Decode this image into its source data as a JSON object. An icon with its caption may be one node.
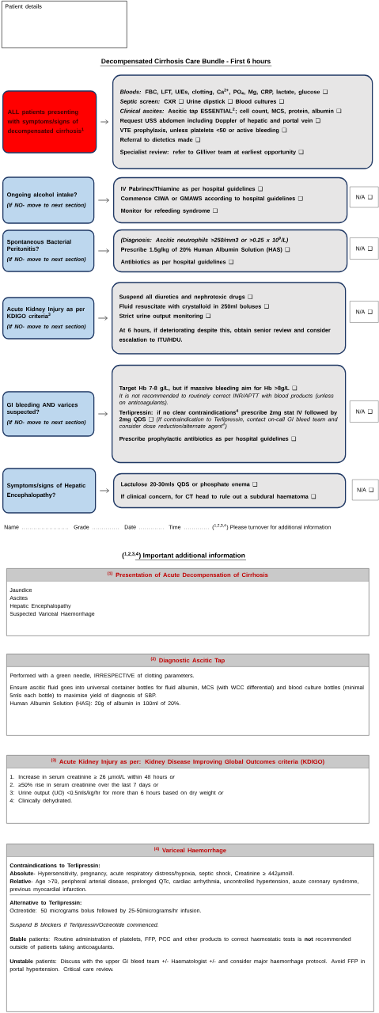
{
  "diagram": {
    "title": "Decompensated Cirrhosis Care Bundle - First 6 hours",
    "nodes": [
      {
        "text": [
          "Patient details"
        ]
      },
      {
        "text": [
          "ALL patients presenting with symptoms/signs of decompensated cirrhosis$^{1}$"
        ]
      },
      {
        "text": [
          "*Bloods:* FBC, LFT, U/Es, clotting, Ca$^{2+}$, PO$_{4}$, Mg, CRP, lactate, glucose ❑",
          "*Septic screen:* CXR ❑ Urine dipstick ❑ Blood cultures ❑",
          "*Clinical ascites:* Ascitic tap ESSENTIAL$^{2}$; cell count, MCS, protein, albumin ❑",
          "Request USS abdomen including Doppler of hepatic and portal vein ❑",
          "VTE prophylaxis, unless platelets <50 or active bleeding ❑",
          "Referral to dietetics made ❑",
          "Specialist review: refer to GI/liver team at earliest opportunity ❑"
        ]
      },
      {
        "text": [
          "Ongoing alcohol intake?",
          "(If NO- move to next section)"
        ]
      },
      {
        "text": [
          "IV Pabrinex/Thiamine as per hospital guidelines ❑",
          "Commence CIWA or GMAWS according to hospital guidelines ❑",
          "Monitor for refeeding syndrome ❑"
        ]
      },
      {
        "text": [
          "N/A ❑"
        ]
      },
      {
        "text": [
          "Spontaneous Bacterial Peritonitis?",
          "(If NO- move to next section)"
        ]
      },
      {
        "text": [
          "(Diagnosis: Ascitic neutrophils >250/mm3 or >0.25 x 10$^{9}$/L)",
          "Prescribe 1.5g/kg of 20% Human Albumin Solution (HAS) ❑",
          "Antibiotics as per hospital guidelines ❑"
        ]
      },
      {
        "text": [
          "N/A ❑"
        ]
      },
      {
        "text": [
          "Acute Kidney Injury as per KDIGO criteria$^{3}$",
          "(If NO- move to next section)"
        ]
      },
      {
        "text": [
          "Suspend all diuretics and nephrotoxic drugs ❑",
          "Fluid resuscitate with crystalloid in 250ml boluses ❑",
          "Strict urine output monitoring ❑",
          "At 6 hours, if deteriorating despite this, obtain senior review and consider escalation to ITU/HDU."
        ]
      },
      {
        "text": [
          "N/A ❑"
        ]
      },
      {
        "text": [
          "GI bleeding AND varices suspected?",
          "(If NO- move to next section)"
        ]
      },
      {
        "text": [
          "Target Hb 7-8 g/L, but if massive bleeding aim for Hb >8g/L ❑",
          "It is not recommended to routinely correct INR/APTT with blood products (unless on anticoagulants).",
          "**Terlipressin: if no clear contraindications$^{4}$ prescribe 2mg stat IV followed by 2mg QDS ❑** *(If contraindication to Terlipressin, contact on-call GI bleed team and consider dose reduction/alternate agent$^{4}$)*",
          "Prescribe prophylactic antibiotics as per hospital guidelines ❑"
        ]
      },
      {
        "text": [
          "N/A ❑"
        ]
      },
      {
        "text": [
          "Symptoms/signs of Hepatic Encephalopathy?"
        ]
      },
      {
        "text": [
          "Lactulose 20-30mls QDS or phosphate enema ❑",
          "If clinical concern, for CT head to rule out a subdural haematoma ❑"
        ]
      },
      {
        "text": [
          "N/A ❑"
        ]
      },
      {
        "text": [
          "$^{(1)}$ Presentation of Acute Decompensation of Cirrhosis",
          "Jaundice",
          "Ascites",
          "Hepatic Encephalopathy",
          "Suspected Variceal Haemorrhage"
        ]
      },
      {
        "text": [
          "$^{(2)}$ Diagnostic Ascitic Tap",
          "Performed with a green needle, IRRESPECTIVE of clotting parameters.",
          "Ensure ascitic fluid goes into universal container bottles for fluid albumin, MCS (with WCC differential) and blood culture bottles (minimal 5mls each bottle) to maximise yield of diagnosis of SBP.",
          "Human Albumin Solution (HAS): 20g of albumin in 100ml of 20%."
        ]
      },
      {
        "text": [
          "$^{(3)}$ Acute Kidney Injury as per: Kidney Disease Improving Global Outcomes criteria (KDIGO)",
          "1. Increase in serum creatinine ≥ 26 µmol/L within 48 hours *or*",
          "2. ≥50% rise in serum creatinine over the last 7 days *or*",
          "3: Urine output (UO) <0.5mls/kg/hr for more than 6 hours based on dry weight *or*",
          "4: Clinically dehydrated."
        ]
      },
      {
        "text": [
          "$^{(4)}$ Variceal Haemorrhage",
          "Contraindications to Terlipressin:",
          "**Absolute**- Hypersensitivity, pregnancy, acute respiratory distress/hypoxia, septic shock, Creatinine ≥ 442µmol/l.",
          "**Relative**- Age >70, peripheral arterial disease, prolonged QTc, cardiac arrhythmia, uncontrolled hypertension, acute coronary syndrome, previous myocardial infarction.",
          "Alternative to Terlipressin:",
          "Octreotide: 50 micrograms bolus followed by 25-50micrograms/hr infusion.",
          "Suspend B blockers if Terlipressin/Octreotide commenced.",
          "**Stable** patients: Routine administration of platelets, FFP, PCC and other products to correct haemostatic tests is **not** recommended outside of patients taking anticoagulants.",
          "**Unstable** patients: Discuss with the upper GI bleed team +/- Haematologist +/- and consider major haemorrhage protocol. Avoid FFP in portal hypertension. Critical care review."
        ]
      }
    ],
    "edges": [
      {
        "from": 1,
        "to": 2,
        "arrow": "to"
      },
      {
        "from": 3,
        "to": 4,
        "arrow": "to"
      },
      {
        "from": 6,
        "to": 7,
        "arrow": "to"
      },
      {
        "from": 9,
        "to": 10,
        "arrow": "to"
      },
      {
        "from": 12,
        "to": 13,
        "arrow": "to"
      },
      {
        "from": 15,
        "to": 16,
        "arrow": "to"
      }
    ],
    "labels": [
      "Name",
      "Grade",
      "Date",
      "Time",
      "($^{1,2,3,4}$) Please turnover for additional information",
      "($^{1,2,3,4}$) Important additional information"
    ]
  }
}
